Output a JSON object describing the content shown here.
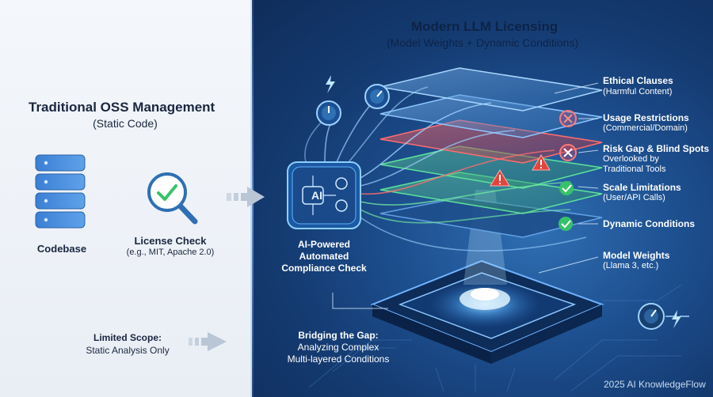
{
  "left": {
    "title": "Traditional OSS Management",
    "subtitle": "(Static Code)",
    "codebase_label": "Codebase",
    "license_check_label": "License Check",
    "license_check_examples": "(e.g., MIT, Apache 2.0)",
    "limited_scope_title": "Limited Scope:",
    "limited_scope_desc": "Static Analysis Only"
  },
  "right": {
    "title": "Modern LLM Licensing",
    "subtitle": "(Model Weights + Dynamic Conditions)",
    "ai_chip_text": "AI",
    "ai_label_1": "AI-Powered",
    "ai_label_2": "Automated",
    "ai_label_3": "Compliance Check",
    "bridge_1": "Bridging the Gap:",
    "bridge_2": "Analyzing Complex",
    "bridge_3": "Multi-layered Conditions",
    "layers": [
      {
        "title": "Ethical Clauses",
        "desc": "(Harmful Content)"
      },
      {
        "title": "Usage Restrictions",
        "desc": "(Commercial/Domain)"
      },
      {
        "title": "Risk Gap & Blind Spots",
        "desc": "Overlooked by",
        "desc2": "Traditional Tools"
      },
      {
        "title": "Scale Limitations",
        "desc": "(User/API Calls)"
      },
      {
        "title": "Dynamic Conditions"
      },
      {
        "title": "Model Weights",
        "desc": "(Llama 3, etc.)"
      }
    ],
    "footer": "2025 AI KnowledgeFlow"
  },
  "colors": {
    "accent_blue": "#3d8ee0",
    "risk_red": "#e0443c",
    "ok_green": "#36c26a",
    "panel_dark": "#143a70"
  },
  "icons": [
    "database-icon",
    "magnifier-check-icon",
    "arrow-right-icon",
    "ai-chip-icon",
    "dial-icon",
    "lightning-icon",
    "warning-icon",
    "x-circle-icon",
    "check-circle-icon",
    "processor-base-icon"
  ]
}
